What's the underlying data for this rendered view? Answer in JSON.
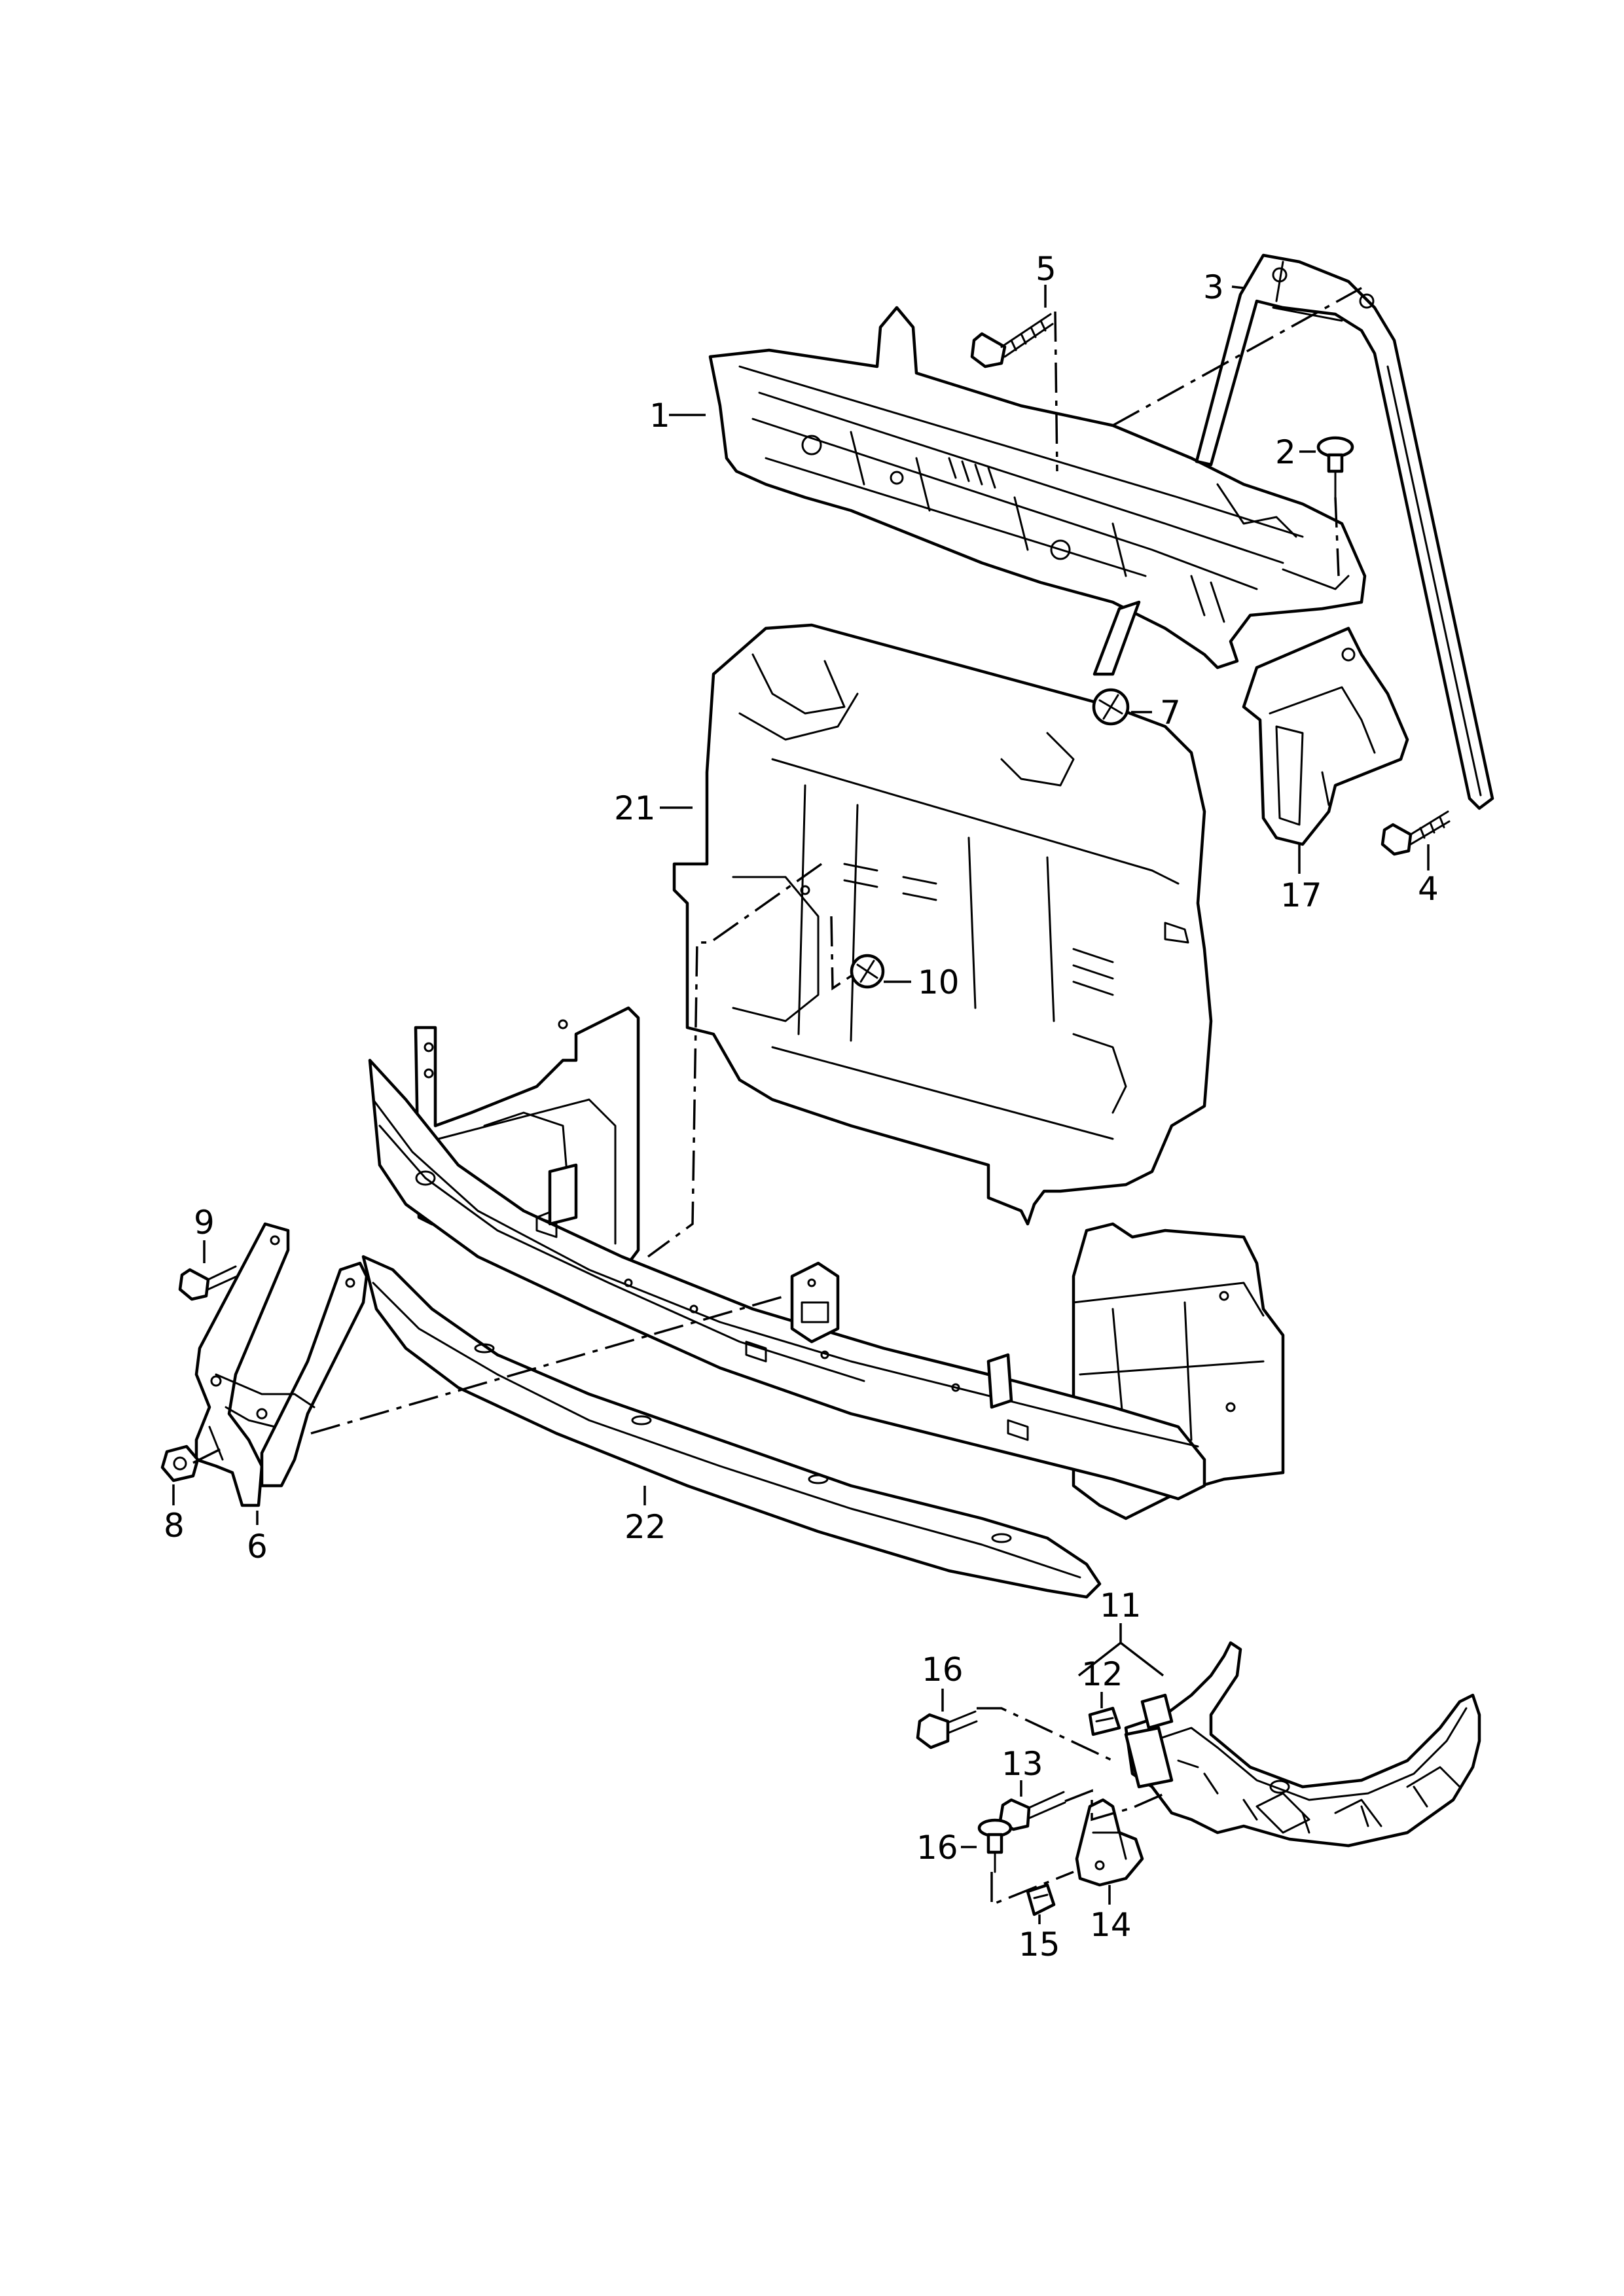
{
  "callouts": {
    "c1": "1",
    "c2": "2",
    "c3": "3",
    "c4": "4",
    "c5": "5",
    "c6": "6",
    "c7": "7",
    "c8": "8",
    "c9": "9",
    "c10": "10",
    "c11": "11",
    "c12": "12",
    "c13": "13",
    "c14": "14",
    "c15": "15",
    "c16a": "16",
    "c16b": "16",
    "c17": "17",
    "c21": "21",
    "c22": "22"
  }
}
